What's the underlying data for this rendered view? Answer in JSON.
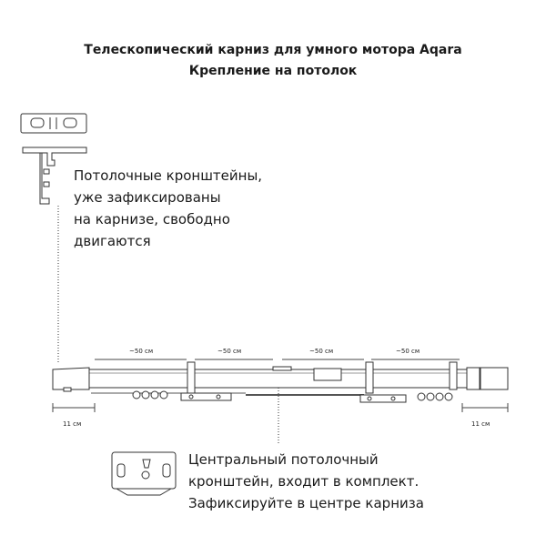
{
  "title": {
    "line1": "Телескопический карниз для умного мотора Aqara",
    "line2": "Крепление на потолок"
  },
  "note_top": {
    "lines": [
      "Потолочные кронштейны,",
      "уже зафиксированы",
      "на карнизе, свободно",
      "двигаются"
    ]
  },
  "note_bottom": {
    "lines": [
      "Центральный потолочный",
      "кронштейн, входит в комплект.",
      "Зафиксируйте в центре карниза"
    ]
  },
  "dimensions": {
    "segments": [
      "~50 см",
      "~50 см",
      "~50 см",
      "~50 см"
    ],
    "left_end": "11 см",
    "right_end": "11 см"
  }
}
